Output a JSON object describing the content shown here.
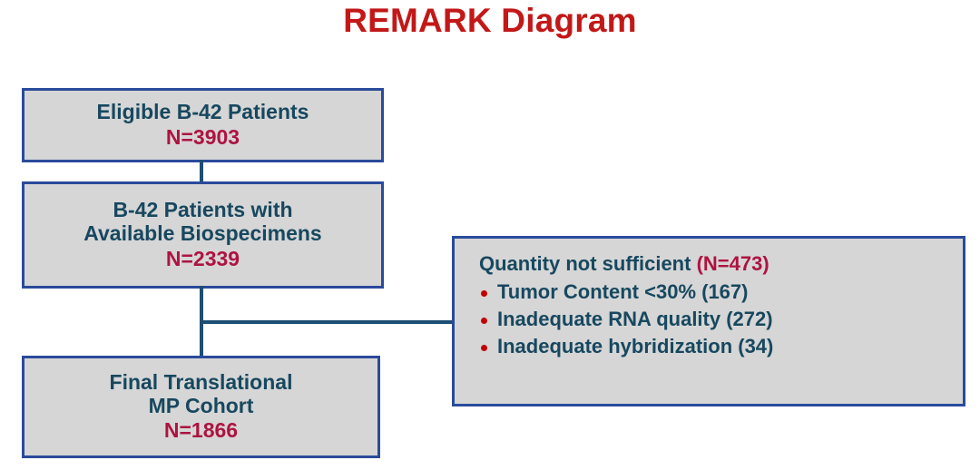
{
  "title": "REMARK Diagram",
  "colors": {
    "title_red": "#c31818",
    "count_crimson": "#ad1440",
    "body_navy": "#17485f",
    "box_border_blue": "#2a4b9b",
    "box_fill_gray": "#d6d6d6",
    "connector_navy": "#1d4e73",
    "bullet_red": "#c00000"
  },
  "nodes": {
    "eligible": {
      "lines": [
        "Eligible B-42 Patients"
      ],
      "count": "N=3903"
    },
    "biospecimens": {
      "lines": [
        "B-42 Patients with",
        "Available Biospecimens"
      ],
      "count": "N=2339"
    },
    "final_cohort": {
      "lines": [
        "Final Translational",
        "MP Cohort"
      ],
      "count": "N=1866"
    }
  },
  "exclusion": {
    "header_label": "Quantity not sufficient ",
    "header_count": "(N=473)",
    "items": [
      {
        "label": "Tumor Content <30% (167)"
      },
      {
        "label": "Inadequate RNA quality (272)"
      },
      {
        "label": "Inadequate hybridization (34)"
      }
    ]
  }
}
